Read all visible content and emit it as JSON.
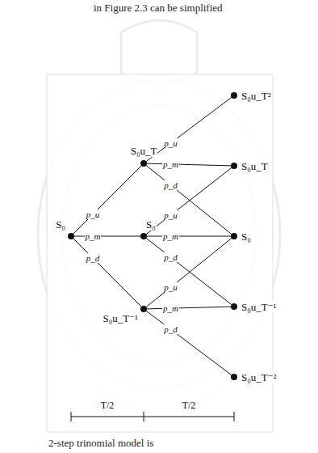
{
  "diagram": {
    "nodes": [
      {
        "text": [
          "S₀"
        ]
      },
      {
        "text": [
          "S₀u_T"
        ]
      },
      {
        "text": [
          "S₀"
        ]
      },
      {
        "text": [
          "S₀u_T⁻¹"
        ]
      },
      {
        "text": [
          "S₀u_T²"
        ]
      },
      {
        "text": [
          "S₀u_T"
        ]
      },
      {
        "text": [
          "S₀"
        ]
      },
      {
        "text": [
          "S₀u_T⁻¹"
        ]
      },
      {
        "text": [
          "S₀u_T⁻²"
        ]
      }
    ],
    "edges": [
      {
        "from": 0,
        "to": 1,
        "label": "p_u",
        "arrow": "none"
      },
      {
        "from": 0,
        "to": 2,
        "label": "p_m",
        "arrow": "none"
      },
      {
        "from": 0,
        "to": 3,
        "label": "p_d",
        "arrow": "none"
      },
      {
        "from": 1,
        "to": 4,
        "label": "p_u",
        "arrow": "none"
      },
      {
        "from": 1,
        "to": 5,
        "label": "p_m",
        "arrow": "none"
      },
      {
        "from": 1,
        "to": 6,
        "label": "p_d",
        "arrow": "none"
      },
      {
        "from": 2,
        "to": 5,
        "label": "p_u",
        "arrow": "none"
      },
      {
        "from": 2,
        "to": 6,
        "label": "p_m",
        "arrow": "none"
      },
      {
        "from": 2,
        "to": 7,
        "label": "p_d",
        "arrow": "none"
      },
      {
        "from": 3,
        "to": 6,
        "label": "p_u",
        "arrow": "none"
      },
      {
        "from": 3,
        "to": 7,
        "label": "p_m",
        "arrow": "none"
      },
      {
        "from": 3,
        "to": 8,
        "label": "p_d",
        "arrow": "none"
      }
    ],
    "labels": [
      "in Figure 2.3 can be simplified",
      "T/2",
      "T/2",
      "2-step trinomial model is"
    ]
  }
}
